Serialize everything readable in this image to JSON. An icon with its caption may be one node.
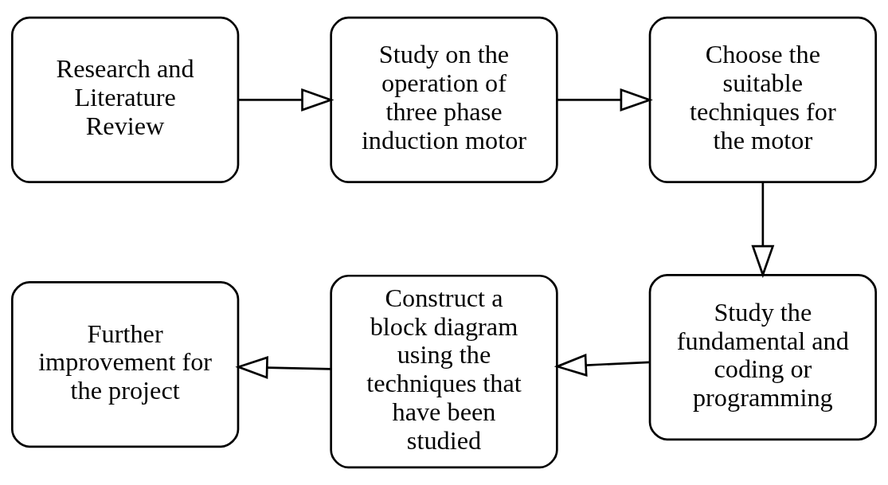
{
  "diagram": {
    "nodes": [
      {
        "text": [
          "Research and Literature Review"
        ]
      },
      {
        "text": [
          "Study on the operation of three phase induction motor"
        ]
      },
      {
        "text": [
          "Choose the suitable techniques for the motor"
        ]
      },
      {
        "text": [
          "Study the fundamental and coding or programming"
        ]
      },
      {
        "text": [
          "Construct a block diagram using the techniques that have been studied"
        ]
      },
      {
        "text": [
          "Further improvement for the project"
        ]
      }
    ],
    "edges": [
      {
        "from": 0,
        "to": 1,
        "arrow": "to"
      },
      {
        "from": 1,
        "to": 2,
        "arrow": "to"
      },
      {
        "from": 2,
        "to": 3,
        "arrow": "to"
      },
      {
        "from": 3,
        "to": 4,
        "arrow": "to"
      },
      {
        "from": 4,
        "to": 5,
        "arrow": "to"
      }
    ]
  }
}
